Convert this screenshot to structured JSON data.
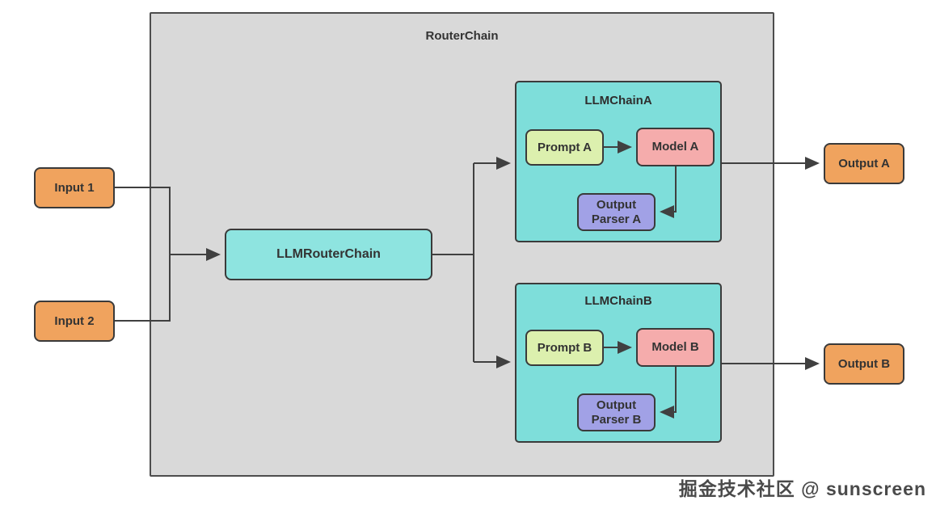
{
  "colors": {
    "outer_container_bg": "#d9d9d9",
    "outer_container_border": "#4d4d4d",
    "chain_container_bg": "#7ededa",
    "router_node_bg": "#8ee4e0",
    "input_output_bg": "#f0a35e",
    "prompt_bg": "#dcf0ae",
    "model_bg": "#f5acac",
    "parser_bg": "#a1a1e6",
    "connector_line": "#404040",
    "text": "#333333"
  },
  "diagram": {
    "title": "RouterChain",
    "inputs": [
      {
        "label": "Input 1"
      },
      {
        "label": "Input 2"
      }
    ],
    "router": {
      "label": "LLMRouterChain"
    },
    "chains": [
      {
        "title": "LLMChainA",
        "prompt": "Prompt A",
        "model": "Model A",
        "parser": "Output Parser A"
      },
      {
        "title": "LLMChainB",
        "prompt": "Prompt B",
        "model": "Model B",
        "parser": "Output Parser B"
      }
    ],
    "outputs": [
      {
        "label": "Output A"
      },
      {
        "label": "Output B"
      }
    ],
    "watermark": "掘金技术社区 @ sunscreen"
  }
}
